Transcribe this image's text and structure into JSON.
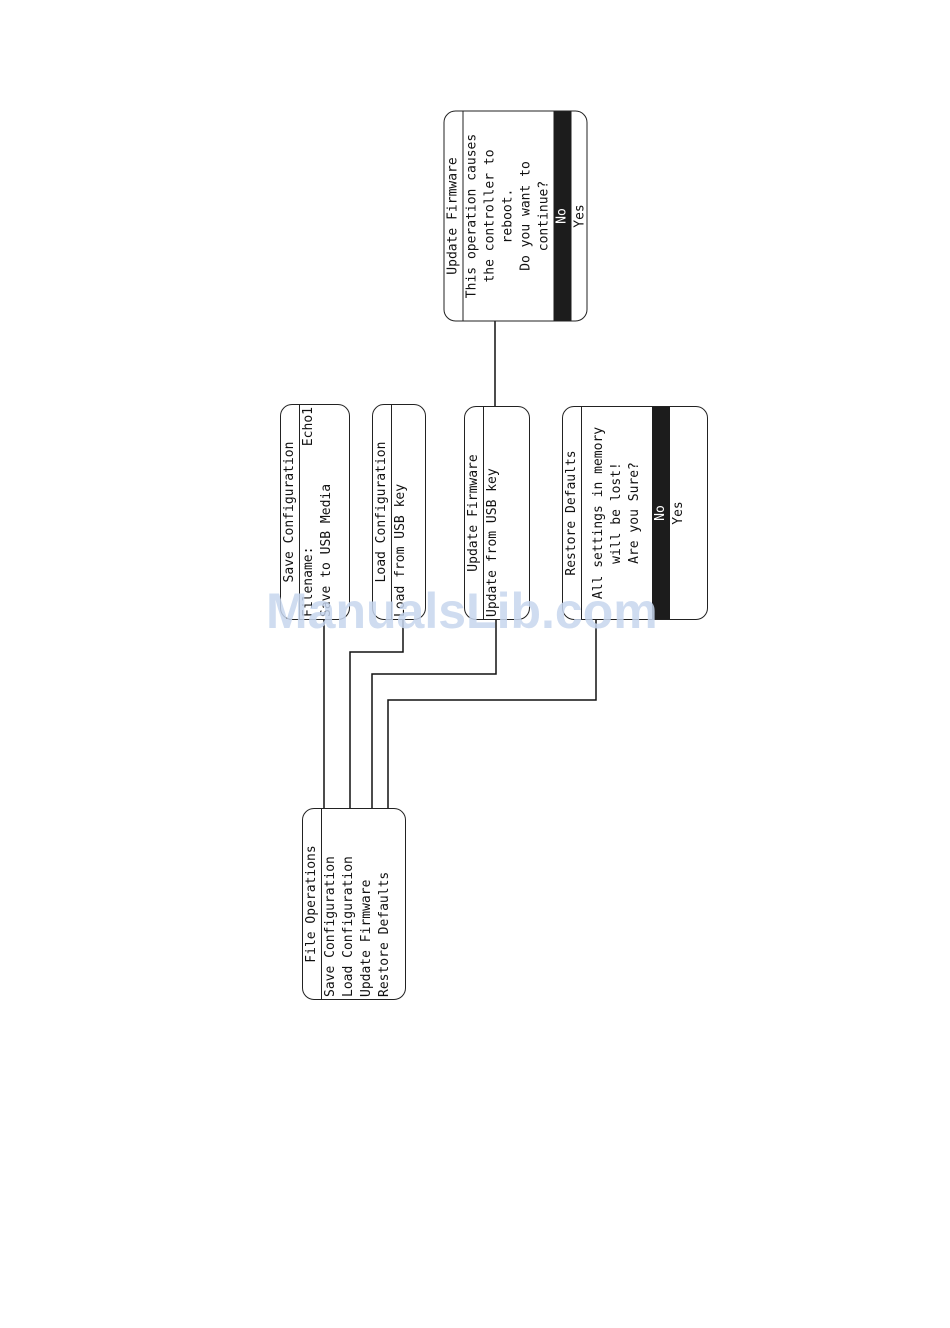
{
  "screens": {
    "file_operations": {
      "title": "File Operations",
      "items": [
        "Save Configuration",
        "Load Configuration",
        "Update Firmware",
        "Restore Defaults"
      ]
    },
    "save_configuration": {
      "title": "Save Configuration",
      "filename_label": "Filename:",
      "filename_value": "Echo1",
      "action": "Save to USB Media"
    },
    "load_configuration": {
      "title": "Load Configuration",
      "action": "Load from USB key"
    },
    "update_firmware": {
      "title": "Update Firmware",
      "action": "Update from USB key"
    },
    "update_firmware_confirm": {
      "title": "Update Firmware",
      "message": [
        "This operation causes",
        "the controller to",
        "reboot.",
        "Do you want to",
        "continue?"
      ],
      "options": [
        "No",
        "Yes"
      ]
    },
    "restore_defaults": {
      "title": "Restore Defaults",
      "message": [
        "All settings in memory",
        "will be lost!",
        "Are you Sure?"
      ],
      "options": [
        "No",
        "Yes"
      ]
    }
  },
  "watermark": "ManualsLib.com"
}
